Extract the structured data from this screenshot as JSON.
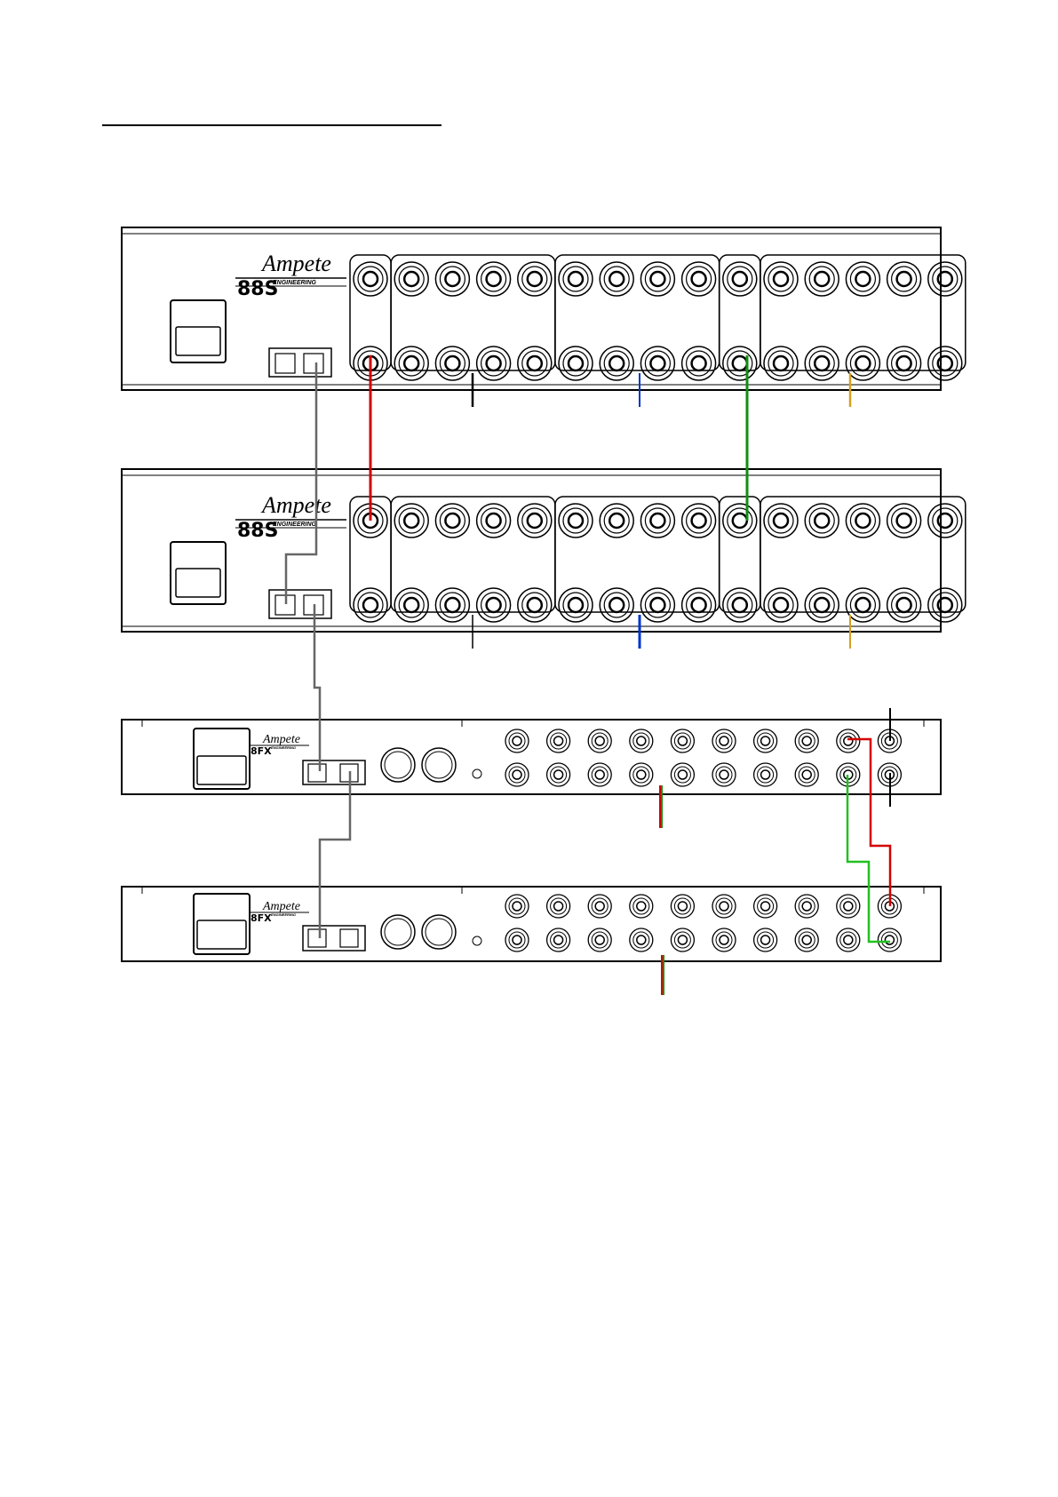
{
  "colors": {
    "outline": "#000000",
    "link_cable": "#666666",
    "red_cable": "#d40000",
    "green_cable": "#109010",
    "bright_green_cable": "#22c022",
    "black_group": "#000000",
    "blue_group": "#0033cc",
    "yellow_group": "#d4a020"
  },
  "units": [
    {
      "name": "88s-unit-1",
      "brand_text": "Ampete",
      "model_text": "88S",
      "eng_text": "ENGINEERING",
      "jack_columns": 15,
      "jack_rows": 2
    },
    {
      "name": "88s-unit-2",
      "brand_text": "Ampete",
      "model_text": "88S",
      "eng_text": "ENGINEERING",
      "jack_columns": 15,
      "jack_rows": 2
    },
    {
      "name": "8fx-unit-1",
      "brand_text": "Ampete",
      "model_text": "8FX",
      "eng_text": "ENGINEERING",
      "jack_columns": 10,
      "jack_rows": 2
    },
    {
      "name": "8fx-unit-2",
      "brand_text": "Ampete",
      "model_text": "8FX",
      "eng_text": "ENGINEERING",
      "jack_columns": 10,
      "jack_rows": 2
    }
  ],
  "icons": {
    "power_inlet": "power-inlet-icon",
    "ethernet_port": "ethernet-port-icon",
    "jack": "jack-socket-icon",
    "xlr_connector": "xlr-connector-icon"
  }
}
